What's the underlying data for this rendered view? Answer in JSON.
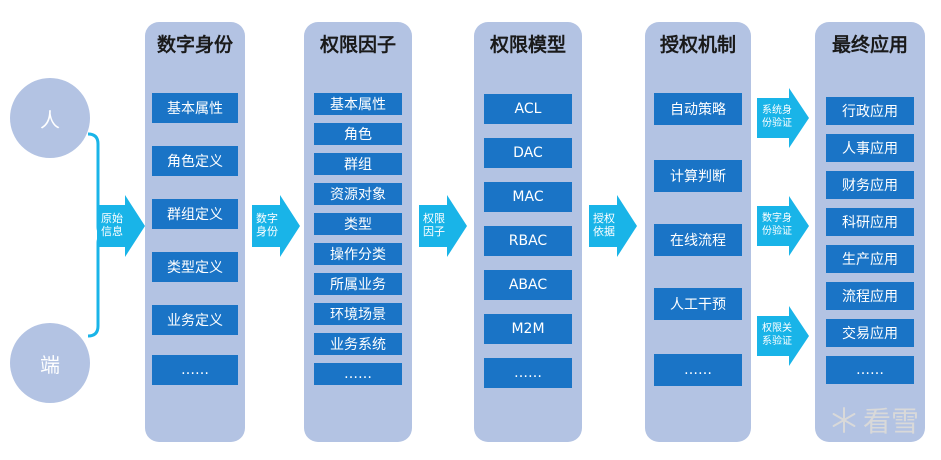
{
  "sources": {
    "person": "人",
    "device": "端"
  },
  "brace_arrow_label": "原始\n信息",
  "columns": [
    {
      "title": "数字身份",
      "items": [
        "基本属性",
        "角色定义",
        "群组定义",
        "类型定义",
        "业务定义",
        "……"
      ]
    },
    {
      "title": "权限因子",
      "items": [
        "基本属性",
        "角色",
        "群组",
        "资源对象",
        "类型",
        "操作分类",
        "所属业务",
        "环境场景",
        "业务系统",
        "……"
      ]
    },
    {
      "title": "权限模型",
      "items": [
        "ACL",
        "DAC",
        "MAC",
        "RBAC",
        "ABAC",
        "M2M",
        "……"
      ]
    },
    {
      "title": "授权机制",
      "items": [
        "自动策略",
        "计算判断",
        "在线流程",
        "人工干预",
        "……"
      ]
    },
    {
      "title": "最终应用",
      "items": [
        "行政应用",
        "人事应用",
        "财务应用",
        "科研应用",
        "生产应用",
        "流程应用",
        "交易应用",
        "……"
      ]
    }
  ],
  "between_arrows": [
    "数字\n身份",
    "权限\n因子",
    "授权\n依据"
  ],
  "final_arrows": [
    "系统身\n份验证",
    "数字身\n份验证",
    "权限关\n系验证"
  ],
  "watermark": "看雪",
  "colors": {
    "panel": "#b3c3e3",
    "box": "#1a74c6",
    "arrow": "#19b4e8"
  }
}
